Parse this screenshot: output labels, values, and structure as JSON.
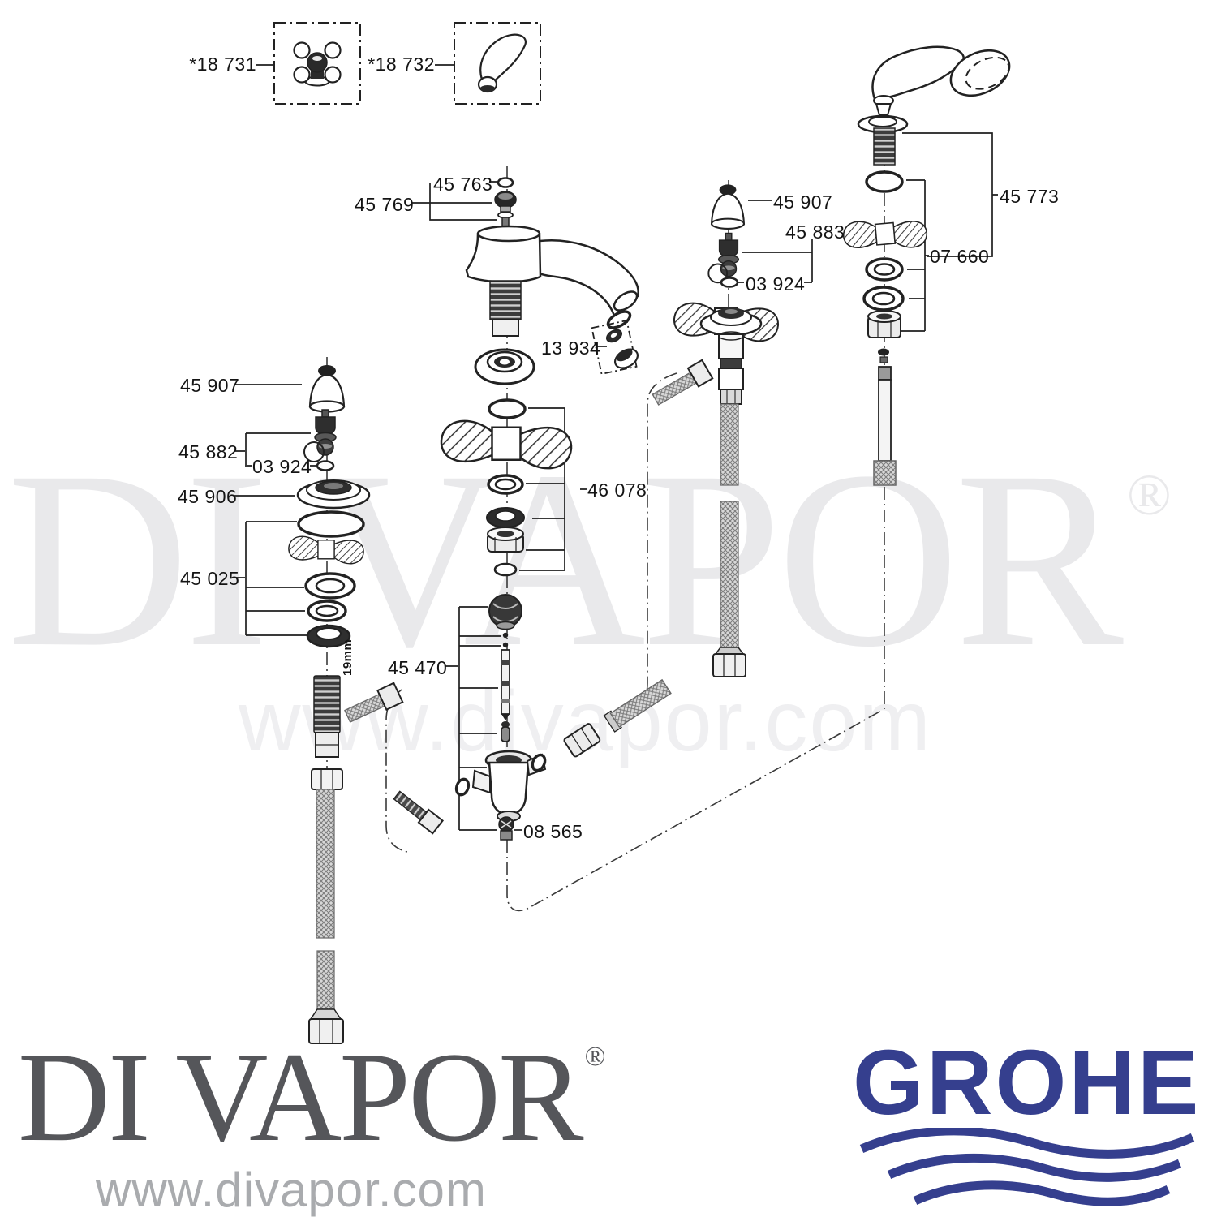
{
  "page_type": "exploded-parts-diagram",
  "product": "GROHE faucet spare parts diagram",
  "diagram": {
    "labels": {
      "k18731": "*18 731",
      "k18732": "*18 732",
      "k45763": "45 763",
      "k45769": "45 769",
      "k45907_right": "45 907",
      "k45883": "45 883",
      "k03924_right": "03 924",
      "k45773": "45 773",
      "k07660": "07 660",
      "k13934": "13 934",
      "k45907_left": "45 907",
      "k45882": "45 882",
      "k03924_left": "03 924",
      "k45906": "45 906",
      "k45025": "45 025",
      "k46078": "46 078",
      "k45470": "45 470",
      "k08565": "08 565",
      "k19mm": "19mm"
    },
    "icons": {
      "box1": "cross-handle-icon",
      "box2": "lever-handle-icon",
      "hand_shower": "hand-shower-icon"
    }
  },
  "watermark": {
    "brand": "DI VAPOR",
    "registered": "®",
    "url": "www.divapor.com"
  },
  "footer": {
    "brand": "DI VAPOR",
    "registered": "®",
    "url": "www.divapor.com",
    "manufacturer_logo": "GROHE"
  },
  "colors": {
    "grohe_blue": "#353F8E",
    "line_color": "#1F1F1F",
    "watermark_gray": "#E9E9EB",
    "footer_brand_gray": "#55565A",
    "footer_url_gray": "#A9ABAE"
  }
}
